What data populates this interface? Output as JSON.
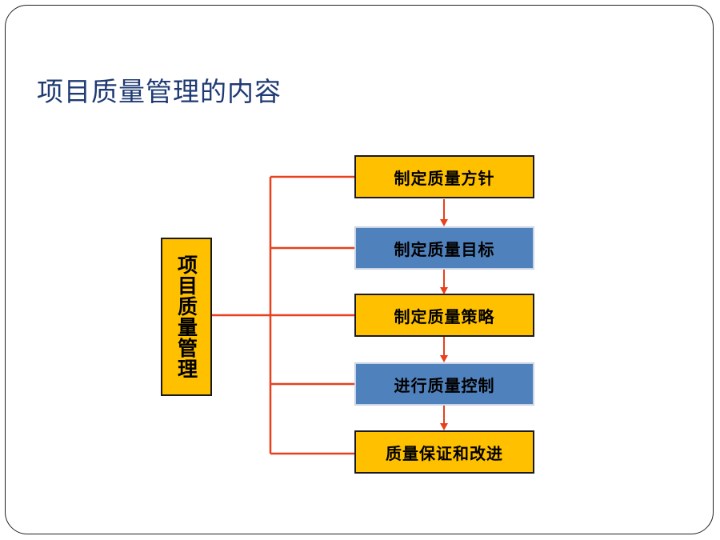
{
  "slide": {
    "title": "项目质量管理的内容"
  },
  "diagram": {
    "root": {
      "label": "项目质量管理",
      "color": "#ffc000"
    },
    "steps": [
      {
        "label": "制定质量方针",
        "color": "#ffc000"
      },
      {
        "label": "制定质量目标",
        "color": "#4f81bd"
      },
      {
        "label": "制定质量策略",
        "color": "#ffc000"
      },
      {
        "label": "进行质量控制",
        "color": "#4f81bd"
      },
      {
        "label": "质量保证和改进",
        "color": "#ffc000"
      }
    ],
    "connector_color": "#e8401c"
  }
}
